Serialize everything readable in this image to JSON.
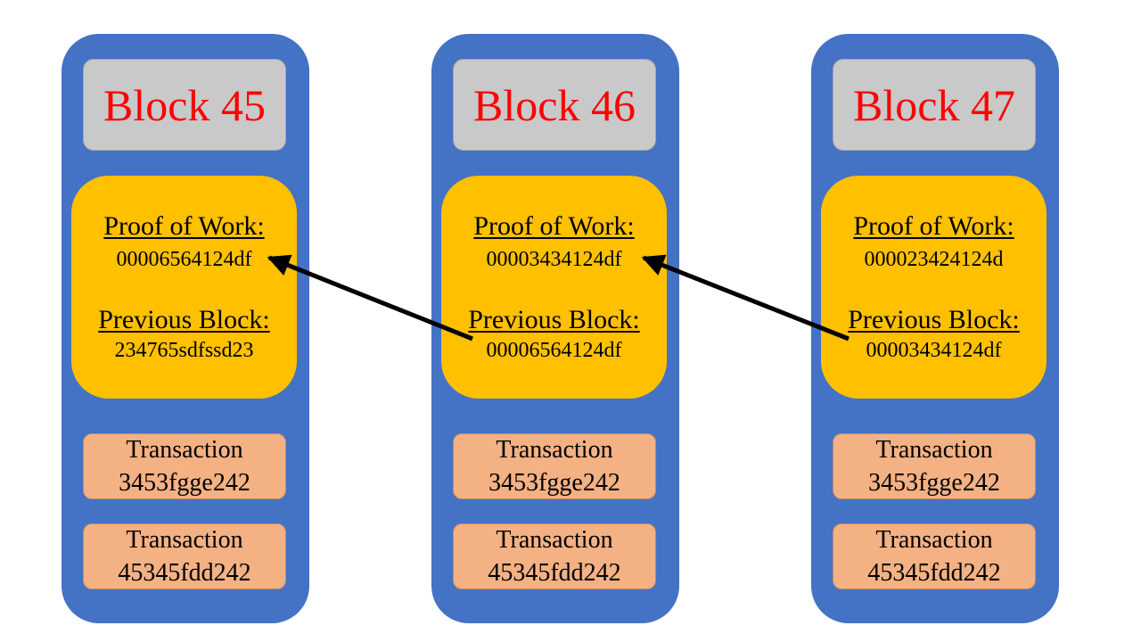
{
  "blocks": [
    {
      "title": "Block 45",
      "pow_label": "Proof of Work:",
      "pow_value": "00006564124df",
      "prev_label": "Previous Block:",
      "prev_value": "234765sdfssd23",
      "transactions": [
        {
          "label": "Transaction",
          "id": "3453fgge242"
        },
        {
          "label": "Transaction",
          "id": "45345fdd242"
        }
      ]
    },
    {
      "title": "Block 46",
      "pow_label": "Proof of Work:",
      "pow_value": "00003434124df",
      "prev_label": "Previous Block:",
      "prev_value": "00006564124df",
      "transactions": [
        {
          "label": "Transaction",
          "id": "3453fgge242"
        },
        {
          "label": "Transaction",
          "id": "45345fdd242"
        }
      ]
    },
    {
      "title": "Block 47",
      "pow_label": "Proof of Work:",
      "pow_value": "000023424124d",
      "prev_label": "Previous Block:",
      "prev_value": "00003434124df",
      "transactions": [
        {
          "label": "Transaction",
          "id": "3453fgge242"
        },
        {
          "label": "Transaction",
          "id": "45345fdd242"
        }
      ]
    }
  ],
  "colors": {
    "block_bg": "#4472c4",
    "title_box_bg": "#c9c9c9",
    "title_text": "#ff0000",
    "header_bg": "#ffc000",
    "transaction_bg": "#f4b183",
    "arrow": "#000000"
  }
}
